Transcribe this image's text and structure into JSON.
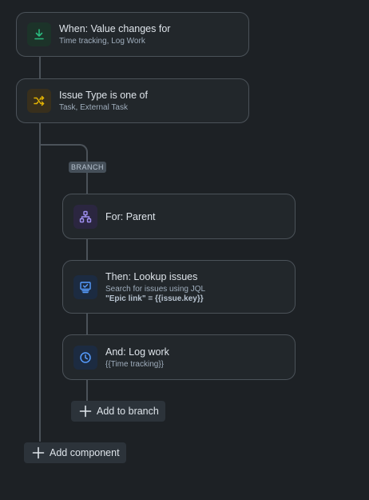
{
  "trigger": {
    "title": "When: Value changes for",
    "subtitle": "Time tracking, Log Work",
    "icon": "download-arrow-icon",
    "color": "#2abb7f"
  },
  "condition": {
    "title": "Issue Type is one of",
    "subtitle": "Task, External Task",
    "icon": "shuffle-icon",
    "color": "#e2b203"
  },
  "branch": {
    "label": "BRANCH",
    "for": {
      "title": "For: Parent",
      "icon": "hierarchy-icon",
      "color": "#9f8fef"
    },
    "lookup": {
      "title": "Then: Lookup issues",
      "subtitle": "Search for issues using JQL",
      "query": "\"Epic link\" = {{issue.key}}",
      "icon": "screen-check-icon",
      "color": "#579dff"
    },
    "log": {
      "title": "And: Log work",
      "subtitle": "{{Time tracking}}",
      "icon": "clock-icon",
      "color": "#579dff"
    },
    "add_label": "Add to branch"
  },
  "add_component_label": "Add component"
}
